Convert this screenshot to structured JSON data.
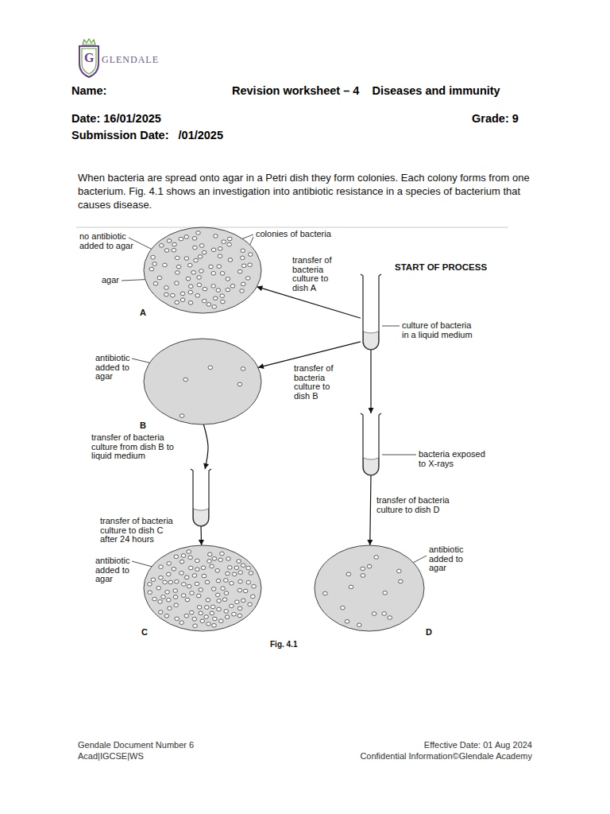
{
  "diagram": {
    "title": "Revision worksheet – 4    Diseases and immunity",
    "caption": "Fig. 4.1",
    "nodes": [
      {
        "text": [
          "A"
        ]
      },
      {
        "text": [
          "START OF PROCESS",
          "culture of bacteria in a liquid medium"
        ]
      },
      {
        "text": [
          "B"
        ]
      },
      {
        "text": [
          "bacteria exposed to X-rays"
        ]
      },
      {
        "text": []
      },
      {
        "text": [
          "C"
        ]
      },
      {
        "text": [
          "D"
        ]
      }
    ],
    "edges": [
      {
        "from": 1,
        "to": 0,
        "arrow": "to",
        "label": "transfer of bacteria culture to dish A"
      },
      {
        "from": 1,
        "to": 2,
        "arrow": "to",
        "label": "transfer of bacteria culture to dish B"
      },
      {
        "from": 1,
        "to": 3,
        "arrow": "to"
      },
      {
        "from": 3,
        "to": 6,
        "arrow": "to",
        "label": "transfer of bacteria culture to dish D"
      },
      {
        "from": 2,
        "to": 4,
        "arrow": "to",
        "label": "transfer of bacteria culture from dish B to liquid medium"
      },
      {
        "from": 4,
        "to": 5,
        "arrow": "to",
        "label": "transfer of bacteria culture to dish C after 24 hours"
      }
    ],
    "labels": [
      "G",
      "GLENDALE",
      "Name:",
      "Date: 16/01/2025",
      "Grade: 9",
      "Submission Date:   /01/2025",
      "When bacteria are spread onto agar in a Petri dish they form colonies. Each colony forms from one bacterium. Fig. 4.1 shows an investigation into antibiotic resistance in a species of bacterium that causes disease.",
      "no antibiotic added to agar",
      "colonies of bacteria",
      "agar",
      "antibiotic added to agar",
      "antibiotic added to agar",
      "antibiotic added to agar",
      "Gendale Document Number 6",
      "Effective Date: 01 Aug 2024",
      "Acad|IGCSE|WS",
      "Confidential Information©Glendale Academy"
    ]
  }
}
